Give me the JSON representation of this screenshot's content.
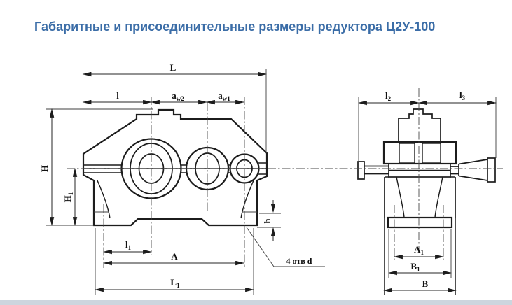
{
  "title": {
    "text": "Габаритные и присоединительные размеры редуктора Ц2У-100",
    "color": "#3b6da7"
  },
  "drawing": {
    "note_4otv": "4 отв d",
    "dims": {
      "L": {
        "b": "L",
        "s": ""
      },
      "l": {
        "b": "l",
        "s": ""
      },
      "aw2": {
        "b": "a",
        "s": "w2"
      },
      "aw1": {
        "b": "a",
        "s": "w1"
      },
      "H": {
        "b": "H",
        "s": ""
      },
      "H1": {
        "b": "H",
        "s": "1"
      },
      "h": {
        "b": "h",
        "s": ""
      },
      "l1": {
        "b": "l",
        "s": "1"
      },
      "A": {
        "b": "A",
        "s": ""
      },
      "L1": {
        "b": "L",
        "s": "1"
      },
      "l2": {
        "b": "l",
        "s": "2"
      },
      "l3": {
        "b": "l",
        "s": "3"
      },
      "A1": {
        "b": "A",
        "s": "1"
      },
      "B1": {
        "b": "B",
        "s": "1"
      },
      "B": {
        "b": "B",
        "s": ""
      }
    },
    "colors": {
      "line": "#1c1c1c",
      "footer_strip": "#cdd5de",
      "background": "#ffffff"
    }
  }
}
